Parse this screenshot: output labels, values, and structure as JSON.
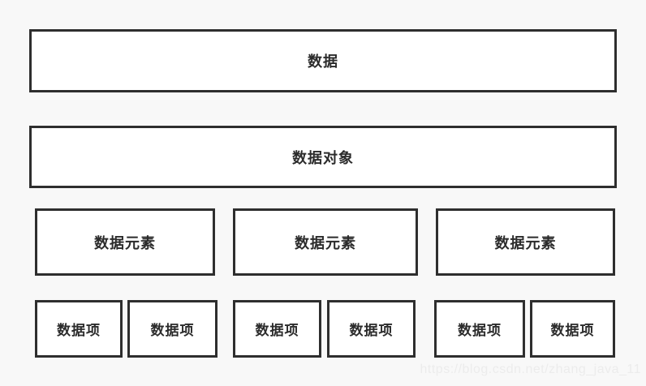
{
  "page": {
    "background_color": "#f8f8f8",
    "box_fill_color": "#ffffff",
    "box_border_color": "#2e2e2e",
    "text_color": "#2b2b2b"
  },
  "diagram": {
    "level1": {
      "label": "数据"
    },
    "level2": {
      "label": "数据对象"
    },
    "level3": [
      {
        "label": "数据元素"
      },
      {
        "label": "数据元素"
      },
      {
        "label": "数据元素"
      }
    ],
    "level4": [
      {
        "label": "数据项"
      },
      {
        "label": "数据项"
      },
      {
        "label": "数据项"
      },
      {
        "label": "数据项"
      },
      {
        "label": "数据项"
      },
      {
        "label": "数据项"
      }
    ]
  },
  "watermark": {
    "text": "https://blog.csdn.net/zhang_java_11",
    "color": "#ececec"
  }
}
